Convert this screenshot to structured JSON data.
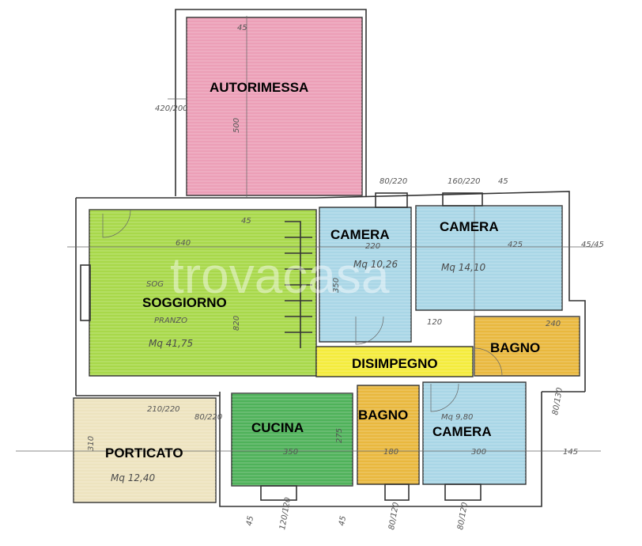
{
  "rooms": {
    "autorimessa": {
      "label": "AUTORIMESSA",
      "color": "#ec9fb7"
    },
    "soggiorno": {
      "label": "SOGGIORNO",
      "color": "#a8d84a",
      "note_sog": "SOG",
      "note_pranzo": "PRANZO",
      "area": "Mq 41,75"
    },
    "camera_1": {
      "label": "CAMERA",
      "color": "#a9d6e6",
      "area": "Mq 10,26"
    },
    "camera_2": {
      "label": "CAMERA",
      "color": "#a9d6e6",
      "area": "Mq 14,10"
    },
    "bagno_1": {
      "label": "BAGNO",
      "color": "#e9b83e"
    },
    "disimpegno": {
      "label": "DISIMPEGNO",
      "color": "#f4ec3c"
    },
    "porticato": {
      "label": "PORTICATO",
      "color": "#ede3bf",
      "area": "Mq 12,40"
    },
    "cucina": {
      "label": "CUCINA",
      "color": "#4fb25a"
    },
    "bagno_2": {
      "label": "BAGNO",
      "color": "#e9b83e"
    },
    "camera_3": {
      "label": "CAMERA",
      "color": "#a9d6e6",
      "area": "Mq 9,80"
    }
  },
  "dimensions": {
    "garage_height": "500",
    "garage_window": "420/200",
    "garage_top": "45",
    "soggiorno_width": "640",
    "soggiorno_height": "820",
    "soggiorno_wall": "45",
    "camera1_width": "220",
    "camera1_height": "350",
    "camera1_window": "80/220",
    "camera2_width": "425",
    "camera2_window": "160/220",
    "camera2_top": "45",
    "right_wall": "45/45",
    "disimpegno_door": "120",
    "bagno1_width": "240",
    "porticato_height": "310",
    "porticato_window": "210/220",
    "cucina_door": "80/220",
    "cucina_width": "350",
    "cucina_height": "275",
    "bagno2_width": "180",
    "camera3_width": "300",
    "right_ext": "145",
    "bottom_45a": "45",
    "bottom_cucina_window": "120/120",
    "bottom_45b": "45",
    "bottom_bagno_window": "80/120",
    "bottom_camera_window": "80/120",
    "side_window": "80/130"
  },
  "watermark": "trovacasa"
}
